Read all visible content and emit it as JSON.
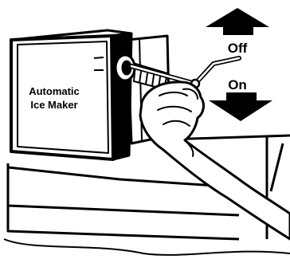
{
  "ice_maker": {
    "label_line1": "Automatic",
    "label_line2": "Ice Maker"
  },
  "arm_positions": {
    "off_label": "Off",
    "on_label": "On"
  },
  "icons": {
    "up_arrow": "arrow-up-icon",
    "down_arrow": "arrow-down-icon",
    "hand": "hand-icon"
  },
  "colors": {
    "ink": "#000000",
    "paper": "#ffffff"
  }
}
